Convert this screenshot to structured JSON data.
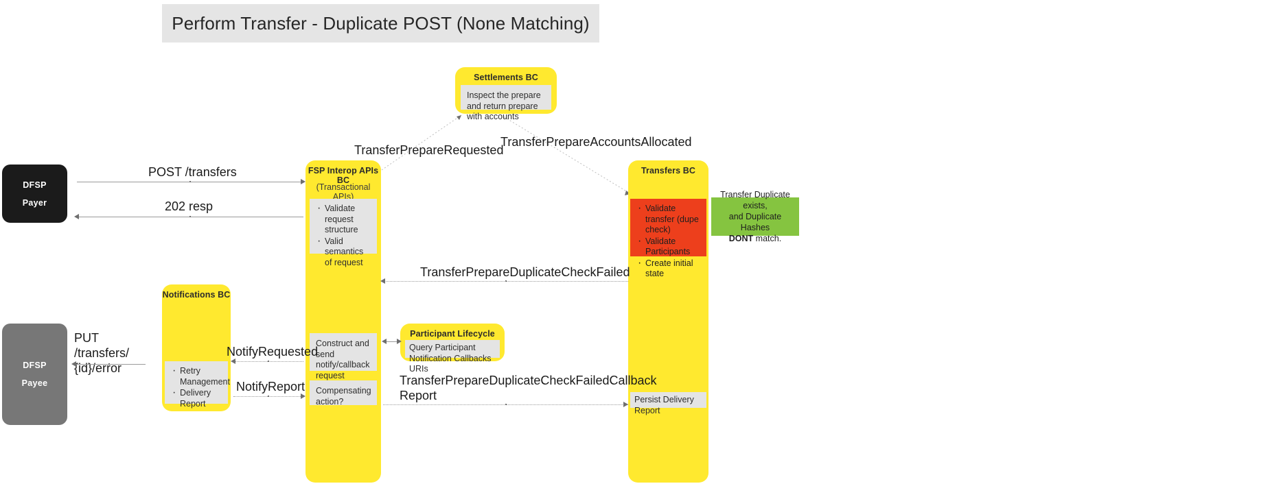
{
  "diagram": {
    "title": "Perform Transfer - Duplicate POST (None Matching)"
  },
  "actors": [
    {
      "id": "dfsp-payer",
      "line1": "DFSP",
      "line2": "Payer"
    },
    {
      "id": "dfsp-payee",
      "line1": "DFSP",
      "line2": "Payee"
    }
  ],
  "lanes": {
    "settlements": {
      "title": "Settlements BC",
      "activity": "Inspect the prepare and return prepare with accounts"
    },
    "fsp_interop": {
      "title": "FSP Interop APIs BC",
      "subtitle": "(Transactional APIs)",
      "activity_validate": [
        "Validate request structure",
        "Valid semantics of request"
      ],
      "activity_construct": "Construct and send notify/callback request",
      "activity_compensating": "Compensating action?"
    },
    "transfers": {
      "title": "Transfers BC",
      "activity_validate": [
        "Validate transfer (dupe check)",
        "Validate Participants",
        "Create initial state"
      ],
      "activity_persist": "Persist Delivery Report"
    },
    "notifications": {
      "title": "Notifications BC",
      "activity": [
        "Retry Management",
        "Delivery Report"
      ]
    },
    "participant_lifecycle": {
      "title": "Participant Lifecycle",
      "activity": "Query Participant Notification Callbacks URIs"
    }
  },
  "notes": {
    "duplicate": {
      "line1": "Transfer Duplicate exists,",
      "line2": "and Duplicate Hashes",
      "line3_bold": "DONT",
      "line3_rest": " match."
    }
  },
  "flows": {
    "post_transfers": "POST /transfers",
    "resp_202": "202 resp",
    "transfer_prepare_requested": "TransferPrepareRequested",
    "transfer_prepare_accounts_allocated": "TransferPrepareAccountsAllocated",
    "duplicate_check_failed": "TransferPrepareDuplicateCheckFailed",
    "put_transfers_error_line1": "PUT /transfers/",
    "put_transfers_error_line2": "{id}/error",
    "notify_requested": "NotifyRequested",
    "notify_report": "NotifyReport",
    "duplicate_check_failed_callback_line1": "TransferPrepareDuplicateCheckFailedCallback",
    "duplicate_check_failed_callback_line2": "Report"
  },
  "colors": {
    "lane": "#ffe92f",
    "activity": "#e4e4e4",
    "activity_error": "#ed3f1c",
    "note": "#85c440",
    "actor_payer": "#1b1b1b",
    "actor_payee": "#777777",
    "banner": "#e5e5e5",
    "connector": "#9a9a9a"
  }
}
